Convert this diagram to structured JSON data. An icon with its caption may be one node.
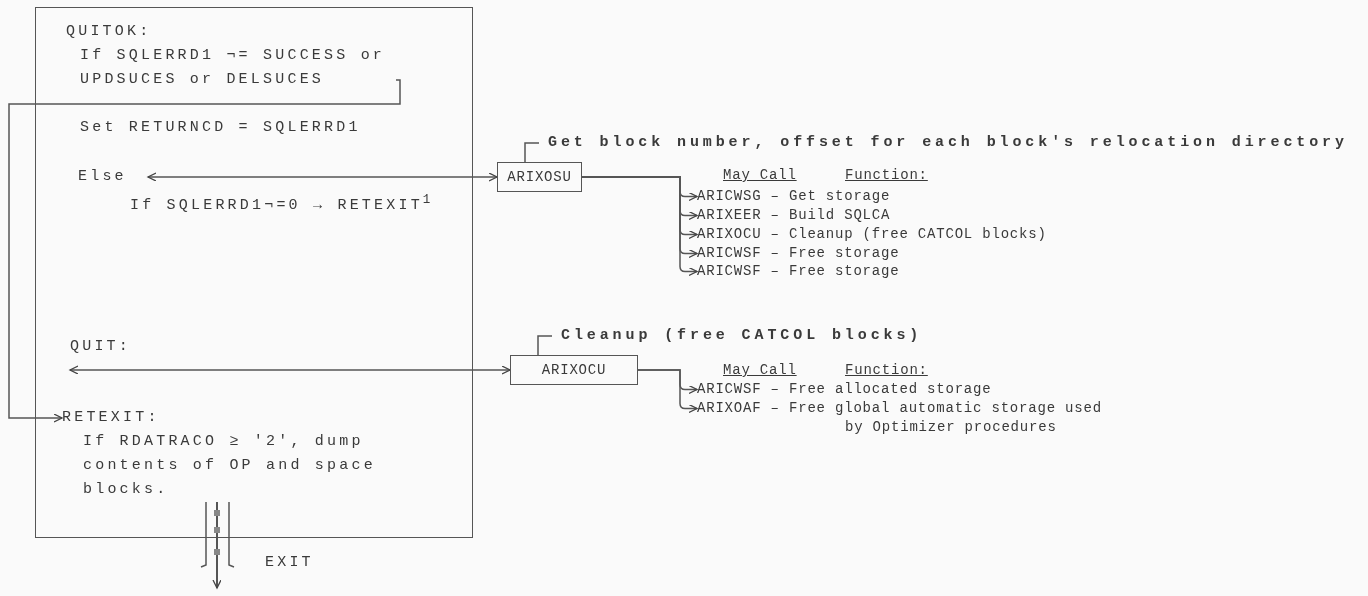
{
  "diagram": {
    "nodes": [
      {
        "text": [],
        "shape": "box"
      },
      {
        "text": [
          "QUITOK:",
          "If SQLERRD1 ¬= SUCCESS or UPDSUCES or DELSUCES"
        ],
        "in": 0
      },
      {
        "text": [
          "Else"
        ],
        "in": 0
      },
      {
        "text": [
          "QUIT:"
        ],
        "in": 0
      },
      {
        "text": [
          "RETEXIT:",
          "If RDATRACO ≥ '2', dump contents of OP and space blocks."
        ],
        "in": 0
      },
      {
        "text": [
          "ARIXOSU"
        ],
        "beside": [
          "Get block number, offset for each block's relocation directory"
        ]
      },
      {
        "text": [
          "ARIXOCU"
        ],
        "beside": [
          "Cleanup (free CATCOL blocks)"
        ]
      },
      {
        "text": [
          "ARICWSG – Get storage"
        ]
      },
      {
        "text": [
          "ARIXEER – Build SQLCA"
        ]
      },
      {
        "text": [
          "ARIXOCU – Cleanup (free CATCOL blocks)"
        ]
      },
      {
        "text": [
          "ARICWSF – Free storage"
        ]
      },
      {
        "text": [
          "ARICWSF – Free storage"
        ]
      },
      {
        "text": [
          "ARICWSF – Free allocated storage"
        ]
      },
      {
        "text": [
          "ARIXOAF – Free global automatic storage used by Optimizer procedures"
        ]
      }
    ],
    "edges": [
      {
        "from": 1,
        "to": 4,
        "arrow": "to"
      },
      {
        "from": 2,
        "to": 5,
        "arrow": "both"
      },
      {
        "from": 3,
        "to": 6,
        "arrow": "both"
      },
      {
        "from": 5,
        "to": 7,
        "arrow": "to"
      },
      {
        "from": 5,
        "to": 8,
        "arrow": "to"
      },
      {
        "from": 5,
        "to": 9,
        "arrow": "to"
      },
      {
        "from": 5,
        "to": 10,
        "arrow": "to"
      },
      {
        "from": 5,
        "to": 11,
        "arrow": "to"
      },
      {
        "from": 6,
        "to": 12,
        "arrow": "to"
      },
      {
        "from": 6,
        "to": 13,
        "arrow": "to"
      },
      {
        "from": 4,
        "to": null,
        "arrow": "to",
        "label": "EXIT"
      }
    ],
    "labels": [
      "Set RETURNCD = SQLERRD1",
      "If SQLERRD1¬=0 → RETEXIT$^{1}$",
      "May Call",
      "Function:",
      "May Call",
      "Function:"
    ]
  }
}
